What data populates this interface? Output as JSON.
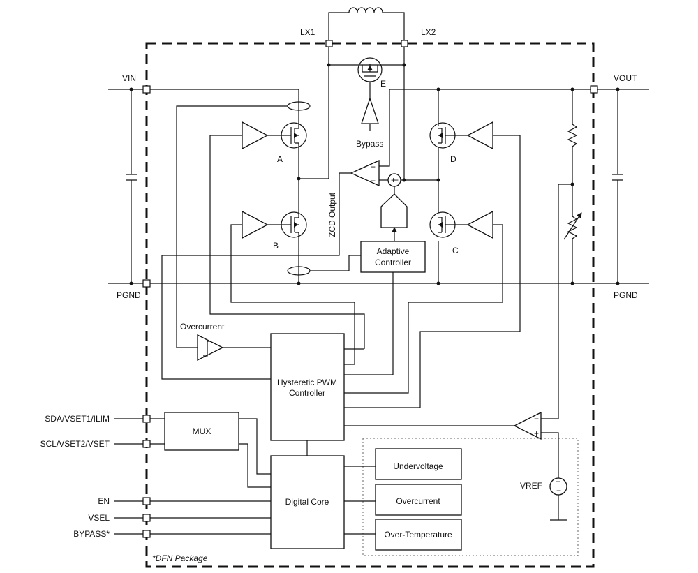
{
  "pins": {
    "lx1": "LX1",
    "lx2": "LX2",
    "vin": "VIN",
    "vout": "VOUT",
    "pgnd_left": "PGND",
    "pgnd_right": "PGND",
    "sda": "SDA/VSET1/ILIM",
    "scl": "SCL/VSET2/VSET",
    "en": "EN",
    "vsel": "VSEL",
    "bypass": "BYPASS*"
  },
  "switches": {
    "a": "A",
    "b": "B",
    "c": "C",
    "d": "D",
    "e": "E"
  },
  "labels": {
    "bypass_driver": "Bypass",
    "zcd_output": "ZCD Output",
    "overcurrent_comp": "Overcurrent",
    "vref": "VREF",
    "package_note": "*DFN Package"
  },
  "blocks": {
    "adaptive_line1": "Adaptive",
    "adaptive_line2": "Controller",
    "pwm_line1": "Hysteretic PWM",
    "pwm_line2": "Controller",
    "mux": "MUX",
    "digital_core": "Digital Core",
    "undervoltage": "Undervoltage",
    "overcurrent": "Overcurrent",
    "over_temperature": "Over-Temperature"
  },
  "symbols": {
    "plus": "+",
    "minus": "−"
  }
}
